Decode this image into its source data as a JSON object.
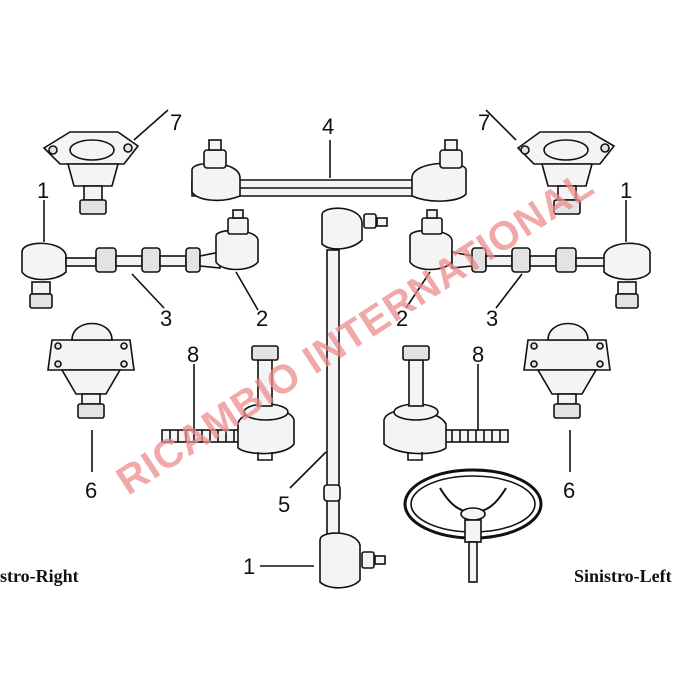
{
  "labels": {
    "side_right": "stro-Right",
    "side_left": "Sinistro-Left",
    "watermark": "RICAMBIO INTERNATIONAL"
  },
  "callouts": {
    "n1_left": "1",
    "n1_right": "1",
    "n1_bottom": "1",
    "n2_left": "2",
    "n2_right": "2",
    "n3_left": "3",
    "n3_right": "3",
    "n4": "4",
    "n5": "5",
    "n6_left": "6",
    "n6_right": "6",
    "n7_left": "7",
    "n7_right": "7",
    "n8_left": "8",
    "n8_right": "8"
  },
  "colors": {
    "line": "#111111",
    "watermark": "#ec8c8c",
    "background": "#ffffff"
  }
}
